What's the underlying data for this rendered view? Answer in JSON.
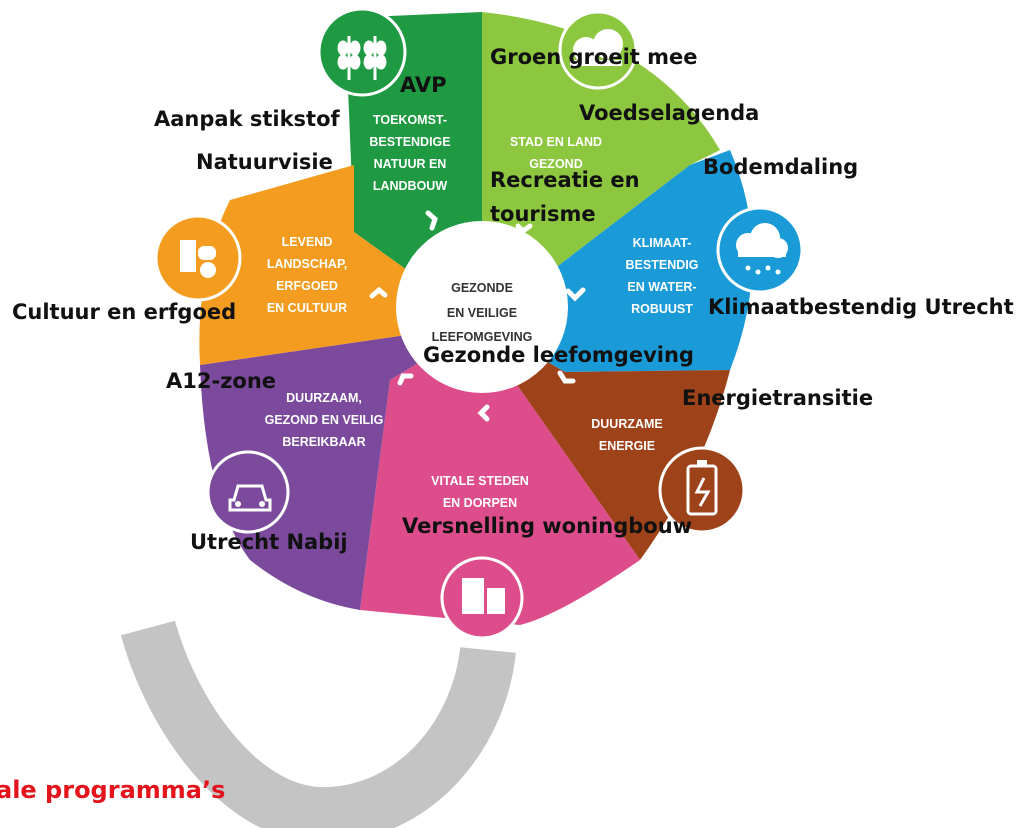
{
  "diagram": {
    "center_label": [
      "GEZONDE",
      "EN VEILIGE",
      "LEEFOMGEVING"
    ],
    "segments": [
      {
        "key": "natuur",
        "lines": [
          "TOEKOMST-",
          "BESTENDIGE",
          "NATUUR EN",
          "LANDBOUW"
        ],
        "color": "#1f9a43",
        "icon": "wheat-icon"
      },
      {
        "key": "stad-land",
        "lines": [
          "STAD EN LAND",
          "GEZOND"
        ],
        "color": "#8dc63f",
        "icon": "tree-icon"
      },
      {
        "key": "klimaat",
        "lines": [
          "KLIMAAT-",
          "BESTENDIG",
          "EN WATER-",
          "ROBUUST"
        ],
        "color": "#1a9ad6",
        "icon": "rain-cloud-icon"
      },
      {
        "key": "energie",
        "lines": [
          "DUURZAME",
          "ENERGIE"
        ],
        "color": "#9e4219",
        "icon": "battery-icon"
      },
      {
        "key": "steden",
        "lines": [
          "VITALE STEDEN",
          "EN DORPEN"
        ],
        "color": "#de4d8b",
        "icon": "building-icon"
      },
      {
        "key": "bereikbaar",
        "lines": [
          "DUURZAAM,",
          "GEZOND EN VEILIG",
          "BEREIKBAAR"
        ],
        "color": "#7b4a9c",
        "icon": "car-icon"
      },
      {
        "key": "landschap",
        "lines": [
          "LEVEND",
          "LANDSCHAP,",
          "ERFGOED",
          "EN CULTUUR"
        ],
        "color": "#f39c1f",
        "icon": "culture-icon"
      }
    ]
  },
  "programs": {
    "avp": "AVP",
    "groen_groeit_mee": "Groen groeit mee",
    "aanpak_stikstof": "Aanpak stikstof",
    "voedselagenda": "Voedselagenda",
    "natuurvisie": "Natuurvisie",
    "bodemdaling": "Bodemdaling",
    "recreatie_1": "Recreatie en",
    "recreatie_2": "tourisme",
    "cultuur_erfgoed": "Cultuur en erfgoed",
    "klimaatbestendig": "Klimaatbestendig Utrecht",
    "gezonde_leefomgeving": "Gezonde leefomgeving",
    "a12_zone": "A12-zone",
    "energietransitie": "Energietransitie",
    "versnelling_woningbouw": "Versnelling woningbouw",
    "utrecht_nabij": "Utrecht Nabij"
  },
  "footer": {
    "title": "ale programma’s"
  }
}
